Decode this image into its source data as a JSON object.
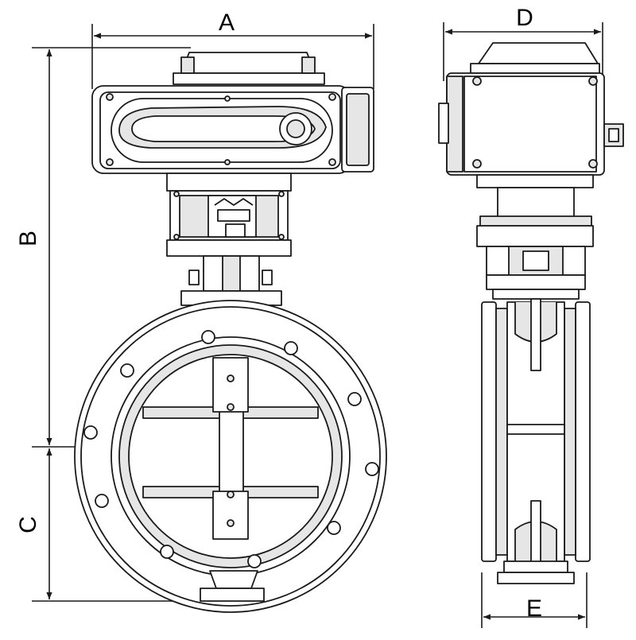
{
  "diagram": {
    "labels": {
      "A": "A",
      "B": "B",
      "C": "C",
      "D": "D",
      "E": "E"
    },
    "colors": {
      "line": "#1a1a1a",
      "fill": "#ffffff",
      "shade": "#e6e6e6"
    }
  }
}
